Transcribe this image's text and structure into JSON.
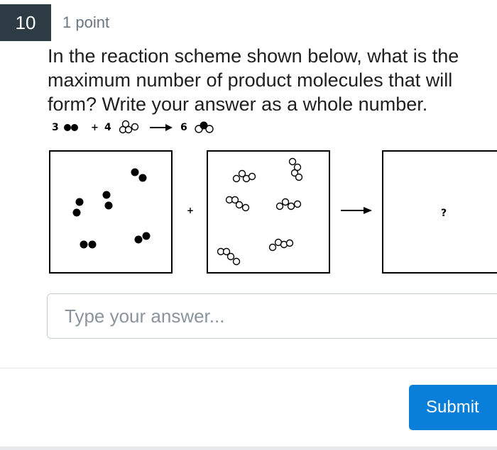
{
  "question": {
    "number": "10",
    "points": "1 point",
    "text": "In the reaction scheme shown below, what is the maximum number of product molecules that will form? Write your answer as a whole number."
  },
  "scheme": {
    "coef_reactant1": "3",
    "plus": "+",
    "coef_reactant2": "4",
    "coef_product": "6"
  },
  "diagram": {
    "plus": "+",
    "unknown": "?"
  },
  "answer": {
    "placeholder": "Type your answer..."
  },
  "submit_label": "Submit",
  "colors": {
    "header_bg": "#2d3b45",
    "submit_bg": "#0a7fd9"
  }
}
